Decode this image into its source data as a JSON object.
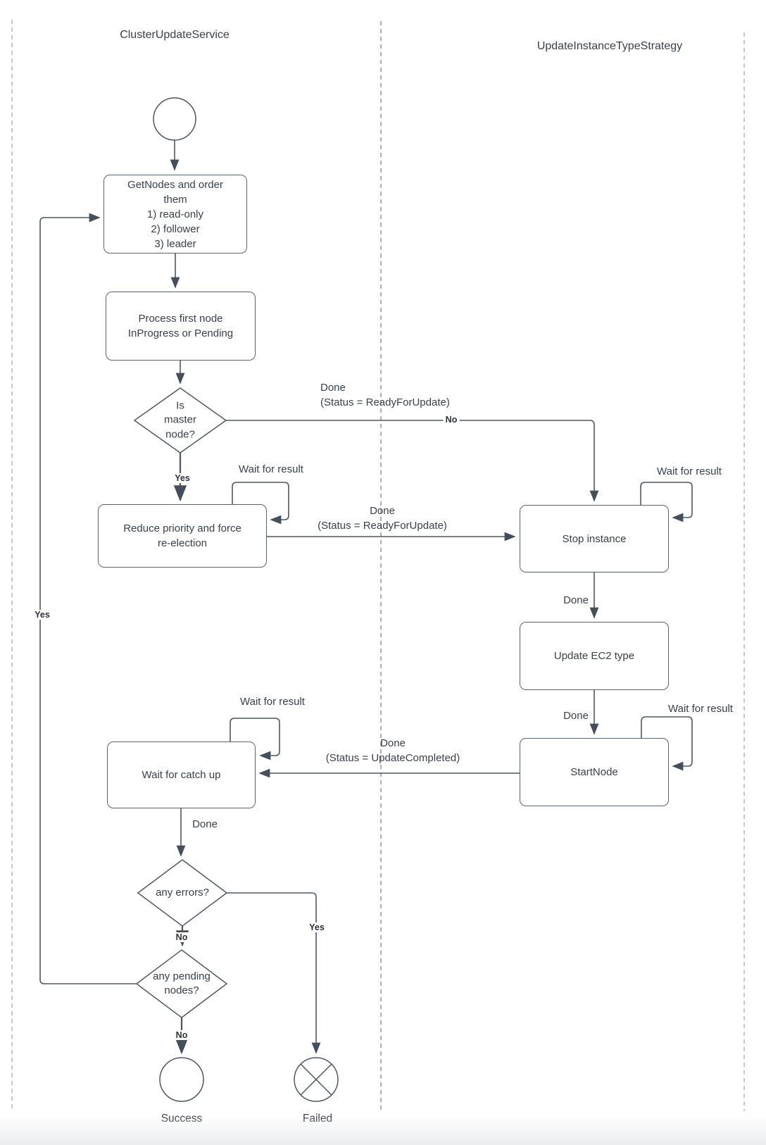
{
  "colors": {
    "stroke": "#4f5866",
    "text": "#39414c",
    "border": "#5c6470",
    "dash-outer": "#b7bbc0",
    "dash-mid": "#949ca6",
    "label-bold": "#2c323b",
    "bg": "#ffffff"
  },
  "lanes": [
    {
      "title": "ClusterUpdateService"
    },
    {
      "title": "UpdateInstanceTypeStrategy"
    }
  ],
  "nodes": {
    "get_nodes": {
      "text": "GetNodes and order\nthem\n1) read-only\n2) follower\n3) leader"
    },
    "process_first": {
      "text": "Process first node\nInProgress or Pending"
    },
    "is_master": {
      "text": "Is\nmaster\nnode?"
    },
    "reduce_priority": {
      "text": "Reduce priority and force\nre-election"
    },
    "stop_instance": {
      "text": "Stop instance"
    },
    "update_ec2": {
      "text": "Update EC2 type"
    },
    "start_node": {
      "text": "StartNode"
    },
    "wait_catch_up": {
      "text": "Wait for catch up"
    },
    "any_errors": {
      "text": "any errors?"
    },
    "any_pending": {
      "text": "any pending\nnodes?"
    },
    "success": {
      "caption": "Success"
    },
    "failed": {
      "caption": "Failed"
    }
  },
  "edge_labels": {
    "master_done": "Done\n(Status = ReadyForUpdate)",
    "master_no": "No",
    "master_yes": "Yes",
    "reduce_wait": "Wait for result",
    "reduce_done": "Done\n(Status = ReadyForUpdate)",
    "stop_wait": "Wait for result",
    "stop_done": "Done",
    "update_done": "Done",
    "start_wait": "Wait for result",
    "start_done": "Done\n(Status = UpdateCompleted)",
    "catch_wait": "Wait for result",
    "catch_done": "Done",
    "errors_no": "No",
    "errors_yes": "Yes",
    "pending_no": "No",
    "pending_yes": "Yes"
  }
}
